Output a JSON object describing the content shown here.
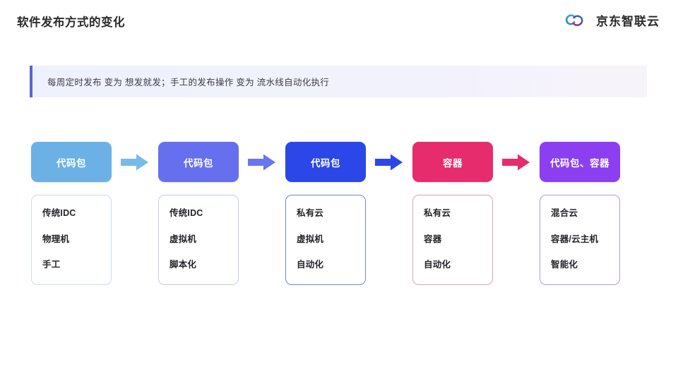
{
  "header": {
    "title": "软件发布方式的变化",
    "brand_name": "京东智联云",
    "brand_mark_icon": "jd-cloud-infinity-logo-icon"
  },
  "banner": {
    "text": "每周定时发布 变为 想发就发；手工的发布操作 变为 流水线自动化执行",
    "accent_color": "#5b63d3",
    "background_color": "#f1f2fc"
  },
  "flow": {
    "arrow_icon": "arrow-right-icon",
    "stages": [
      {
        "head_label": "代码包",
        "head_color": "#6cb1e6",
        "arrow_color": "#77bbe8",
        "border_color": "#c9dcef",
        "lines": [
          "传统IDC",
          "物理机",
          "手工"
        ]
      },
      {
        "head_label": "代码包",
        "head_color": "#6670ee",
        "arrow_color": "#6a76ef",
        "border_color": "#c5cbe8",
        "lines": [
          "传统IDC",
          "虚拟机",
          "脚本化"
        ]
      },
      {
        "head_label": "代码包",
        "head_color": "#2b47e8",
        "arrow_color": "#2b47e8",
        "border_color": "#6f86d8",
        "lines": [
          "私有云",
          "虚拟机",
          "自动化"
        ]
      },
      {
        "head_label": "容器",
        "head_color": "#e62c6d",
        "arrow_color": "#e62c6d",
        "border_color": "#d9a3bb",
        "lines": [
          "私有云",
          "容器",
          "自动化"
        ]
      },
      {
        "head_label": "代码包、容器",
        "head_color": "#8b3ff0",
        "arrow_color": null,
        "border_color": "#b49ada",
        "lines": [
          "混合云",
          "容器/云主机",
          "智能化"
        ]
      }
    ]
  }
}
